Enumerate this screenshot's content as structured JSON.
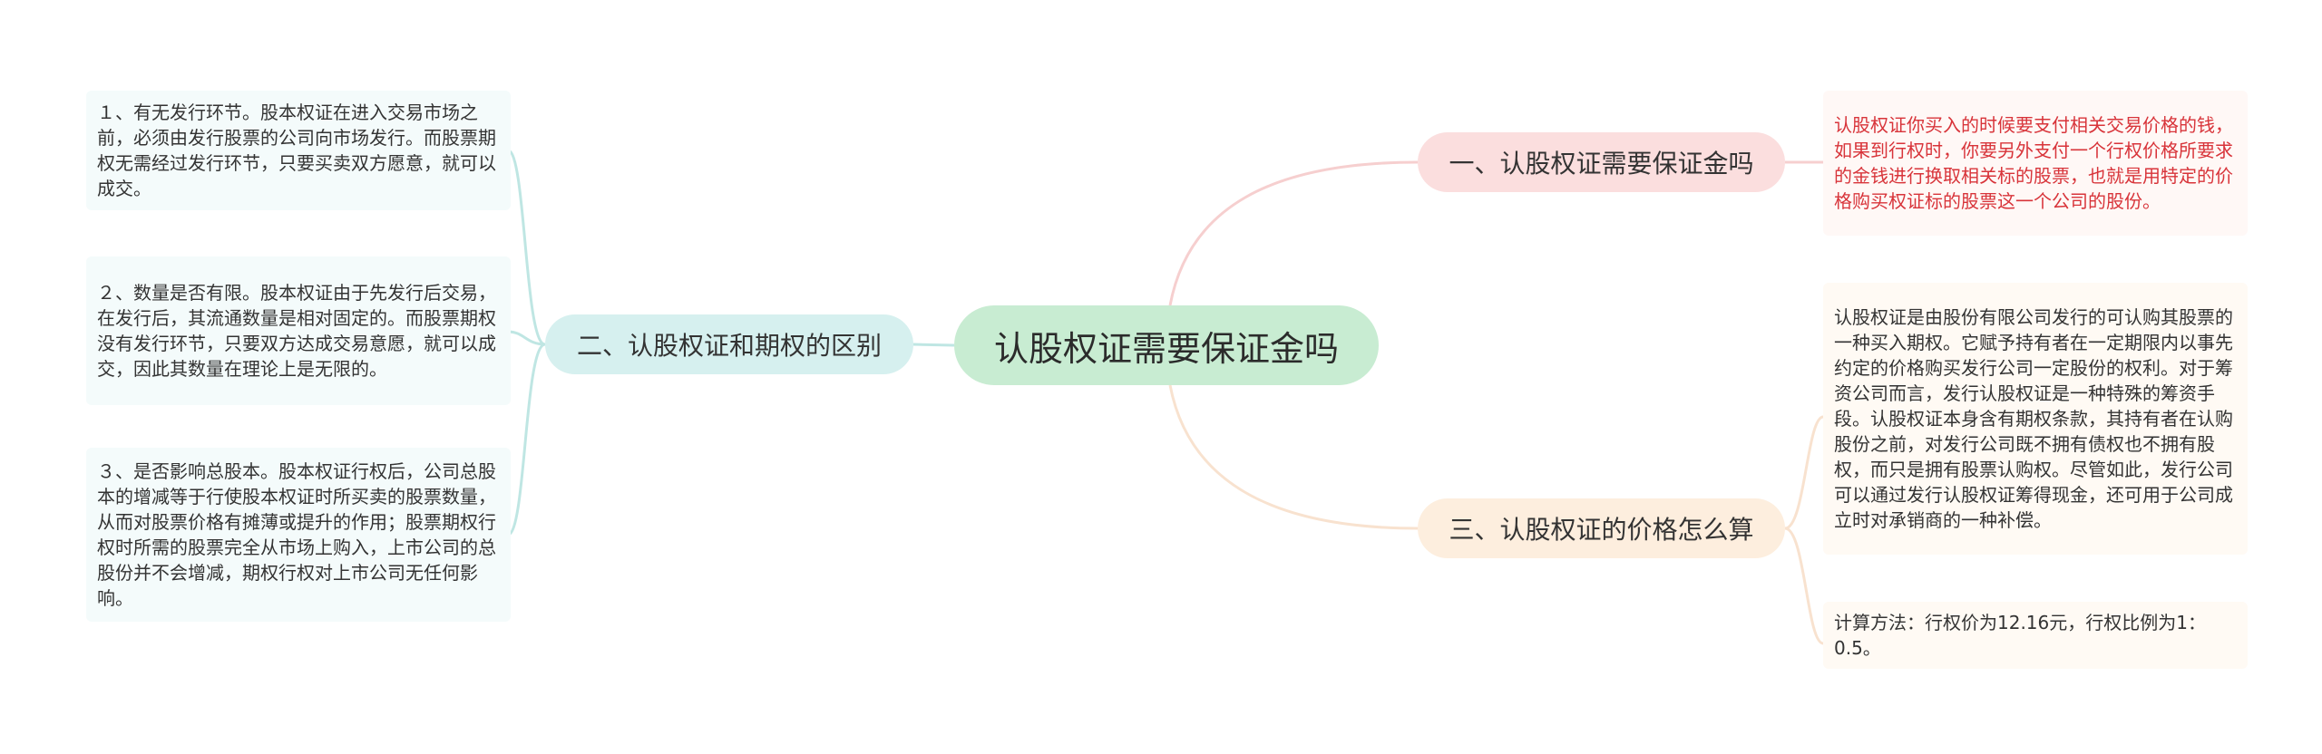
{
  "root": {
    "label": "认股权证需要保证金吗"
  },
  "branches": [
    {
      "label": "一、认股权证需要保证金吗",
      "leaves": [
        "认股权证你买入的时候要支付相关交易价格的钱，如果到行权时，你要另外支付一个行权价格所要求的金钱进行换取相关标的股票，也就是用特定的价格购买权证标的股票这一个公司的股份。"
      ]
    },
    {
      "label": "二、认股权证和期权的区别",
      "leaves": [
        "１、有无发行环节。股本权证在进入交易市场之前，必须由发行股票的公司向市场发行。而股票期权无需经过发行环节，只要买卖双方愿意，就可以成交。",
        "２、数量是否有限。股本权证由于先发行后交易，在发行后，其流通数量是相对固定的。而股票期权没有发行环节，只要双方达成交易意愿，就可以成交，因此其数量在理论上是无限的。",
        "３、是否影响总股本。股本权证行权后，公司总股本的增减等于行使股本权证时所买卖的股票数量，从而对股票价格有摊薄或提升的作用；股票期权行权时所需的股票完全从市场上购入，上市公司的总股份并不会增减，期权行权对上市公司无任何影响。"
      ]
    },
    {
      "label": "三、认股权证的价格怎么算",
      "leaves": [
        "认股权证是由股份有限公司发行的可认购其股票的一种买入期权。它赋予持有者在一定期限内以事先约定的价格购买发行公司一定股份的权利。对于筹资公司而言，发行认股权证是一种特殊的筹资手段。认股权证本身含有期权条款，其持有者在认购股份之前，对发行公司既不拥有债权也不拥有股权，而只是拥有股票认购权。尽管如此，发行公司可以通过发行认股权证筹得现金，还可用于公司成立时对承销商的一种补偿。",
        "计算方法：行权价为12.16元，行权比例为1：0.5。"
      ]
    }
  ],
  "colors": {
    "root_bg": "#c8ecd2",
    "branch1_bg": "#fbdede",
    "branch2_bg": "#d6f0ef",
    "branch3_bg": "#fdeede",
    "branch1_leaf_text": "#d8343a"
  }
}
